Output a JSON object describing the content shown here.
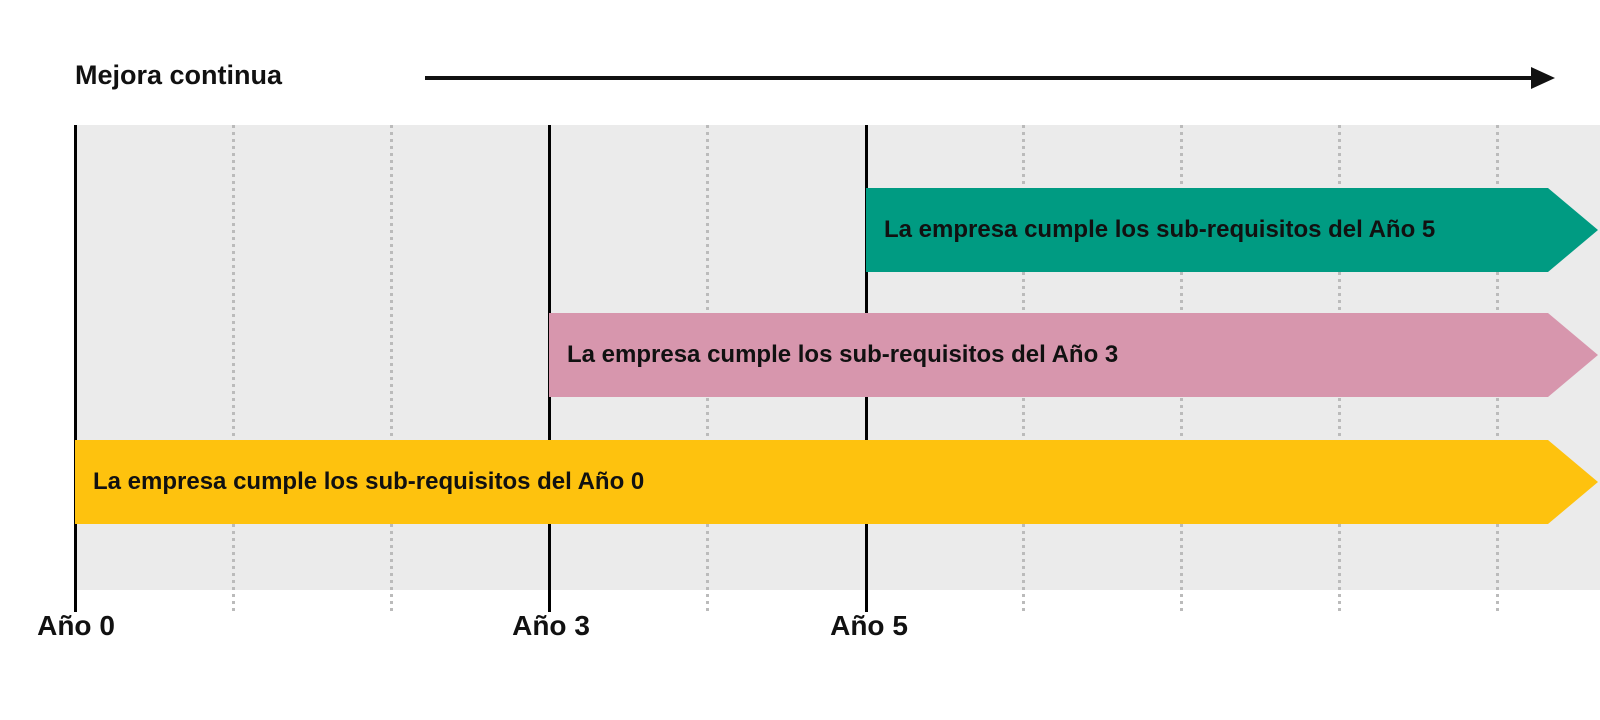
{
  "header": {
    "title": "Mejora continua"
  },
  "timeline": {
    "background": "#EBEBEB",
    "grid_color": "#BBBBBB",
    "milestone_line_color": "#000000",
    "text_color": "#111111",
    "milestones": [
      {
        "id": "year0",
        "label": "Año 0"
      },
      {
        "id": "year3",
        "label": "Año 3"
      },
      {
        "id": "year5",
        "label": "Año 5"
      }
    ],
    "bars": [
      {
        "id": "bar-year5",
        "label": "La empresa cumple los sub-requisitos del Año 5",
        "color": "#009B82",
        "starts_at": "Año 5"
      },
      {
        "id": "bar-year3",
        "label": "La empresa cumple los sub-requisitos del Año 3",
        "color": "#D796AD",
        "starts_at": "Año 3"
      },
      {
        "id": "bar-year0",
        "label": "La empresa cumple los sub-requisitos del Año 0",
        "color": "#FEC20E",
        "starts_at": "Año 0"
      }
    ]
  }
}
